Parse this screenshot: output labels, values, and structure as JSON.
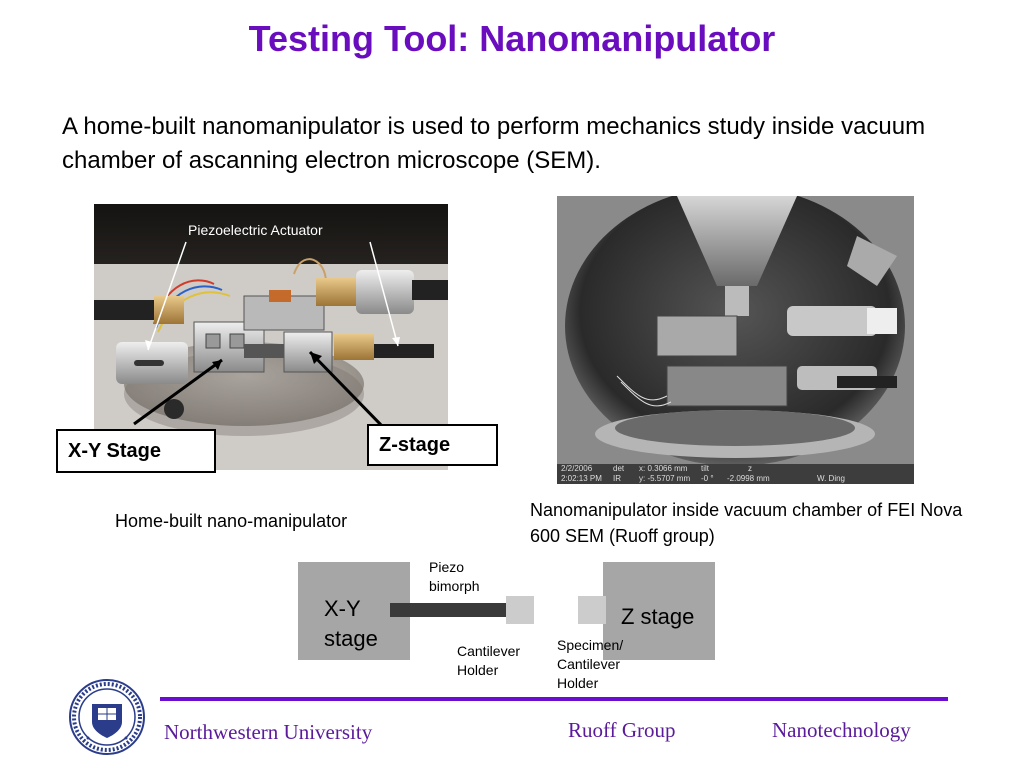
{
  "title": "Testing Tool: Nanomanipulator",
  "intro": "A home-built nanomanipulator is used to perform mechanics study inside vacuum chamber of ascanning electron microscope (SEM).",
  "photo1": {
    "piezo_label": "Piezoelectric Actuator",
    "xy_label": "X-Y Stage",
    "z_label": "Z-stage",
    "caption": "Home-built nano-manipulator"
  },
  "photo2": {
    "caption": "Nanomanipulator inside vacuum chamber of FEI Nova 600 SEM (Ruoff group)",
    "sem_bar": {
      "date": "2/2/2006",
      "time": "2:02:13 PM",
      "det_label": "det",
      "det_value": "IR",
      "x_value": "x: 0.3066 mm",
      "y_value": "y: -5.5707 mm",
      "tilt_label": "tilt",
      "tilt_value": "-0 °",
      "z_label": "z",
      "z_value": "-2.0998 mm",
      "operator": "W. Ding"
    }
  },
  "schematic": {
    "xy_block": "X-Y stage",
    "piezo": "Piezo bimorph",
    "cantilever_holder": "Cantilever Holder",
    "z_block": "Z stage",
    "specimen_holder": "Specimen/ Cantilever Holder"
  },
  "footer": {
    "left": "Northwestern University",
    "center": "Ruoff Group",
    "right": "Nanotechnology"
  },
  "colors": {
    "title": "#6a0dbe",
    "footer_text": "#5a1a9a",
    "footer_line": "#6a0dd0",
    "seal": "#2a3c8a"
  }
}
